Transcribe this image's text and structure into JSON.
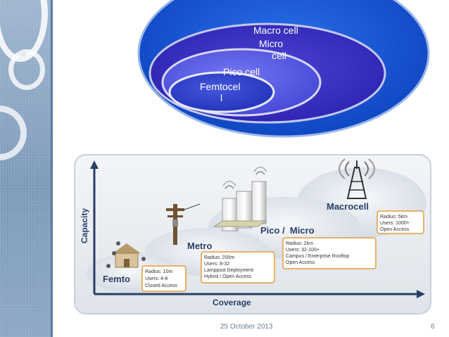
{
  "slide": {
    "date": "25 October 2013",
    "page_number": "6"
  },
  "nested_cells": {
    "macro": "Macro cell",
    "micro_line1": "Micro",
    "micro_line2": "cell",
    "pico": "Pico cell",
    "femto_line1": "Femtocel",
    "femto_line2": "l"
  },
  "coverage_diagram": {
    "y_axis_label": "Capacity",
    "x_axis_label": "Coverage",
    "tiers": [
      {
        "name": "Femto",
        "details": [
          "Radius: 10m",
          "Users: 4-8",
          "Closed Access"
        ]
      },
      {
        "name": "Metro",
        "details": [
          "Radius: 200m",
          "Users: 8-32",
          "Lamppost Deployment",
          "Hybrid / Open Access"
        ]
      },
      {
        "name": "Pico /  Micro",
        "details": [
          "Radius: 2km",
          "Users: 32-100+",
          "Campus / Enterprise Rooftop",
          "Open Access"
        ]
      },
      {
        "name": "Macrocell",
        "details": [
          "Radius: 5km",
          "Users: 1000+",
          "Open Access"
        ]
      }
    ]
  },
  "colors": {
    "macro_fill": "#1a54d0",
    "micro_fill": "#3b36c4",
    "pico_fill": "#5a5be6",
    "femto_fill": "#2f3fc8",
    "tier_label": "#2a3f66",
    "detail_border": "#e89a3a"
  }
}
